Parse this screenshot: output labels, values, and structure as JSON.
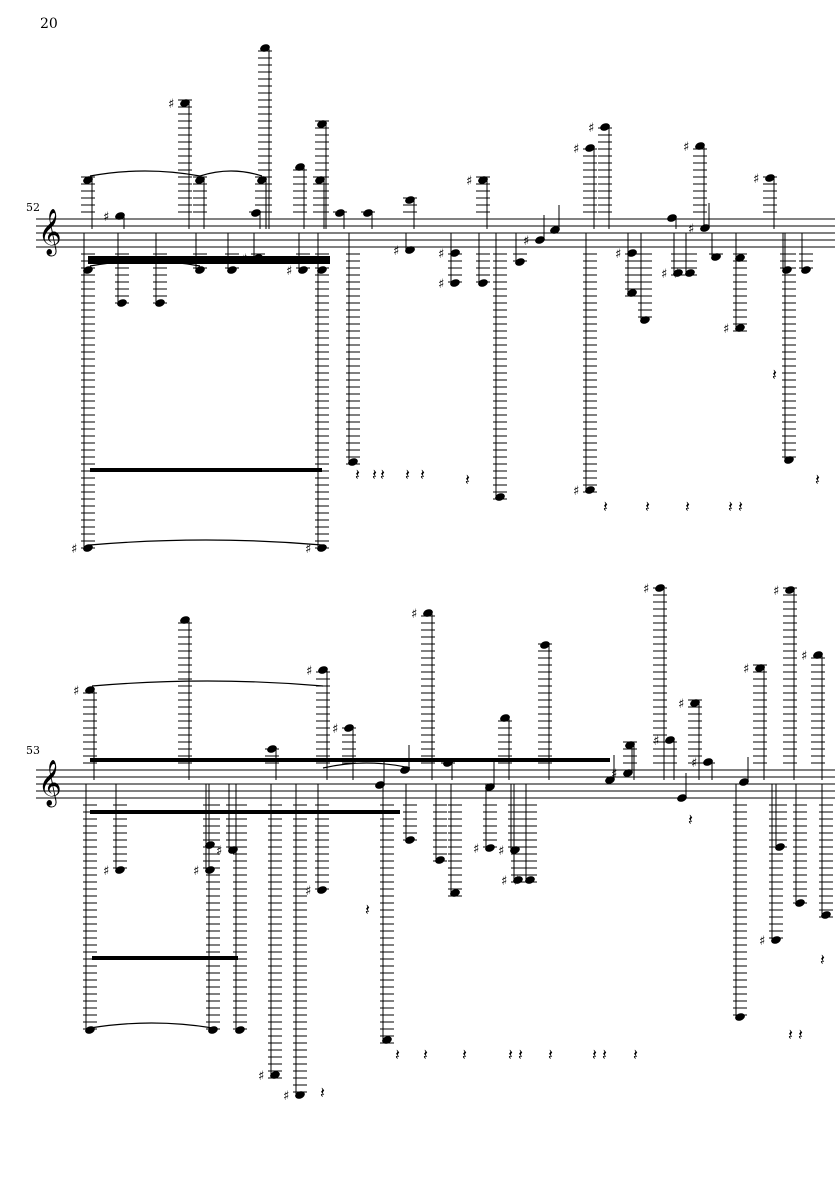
{
  "page_number": "20",
  "systems": [
    {
      "measure_number": "52"
    },
    {
      "measure_number": "53"
    }
  ],
  "colors": {
    "ink": "#000000",
    "paper": "#ffffff"
  }
}
